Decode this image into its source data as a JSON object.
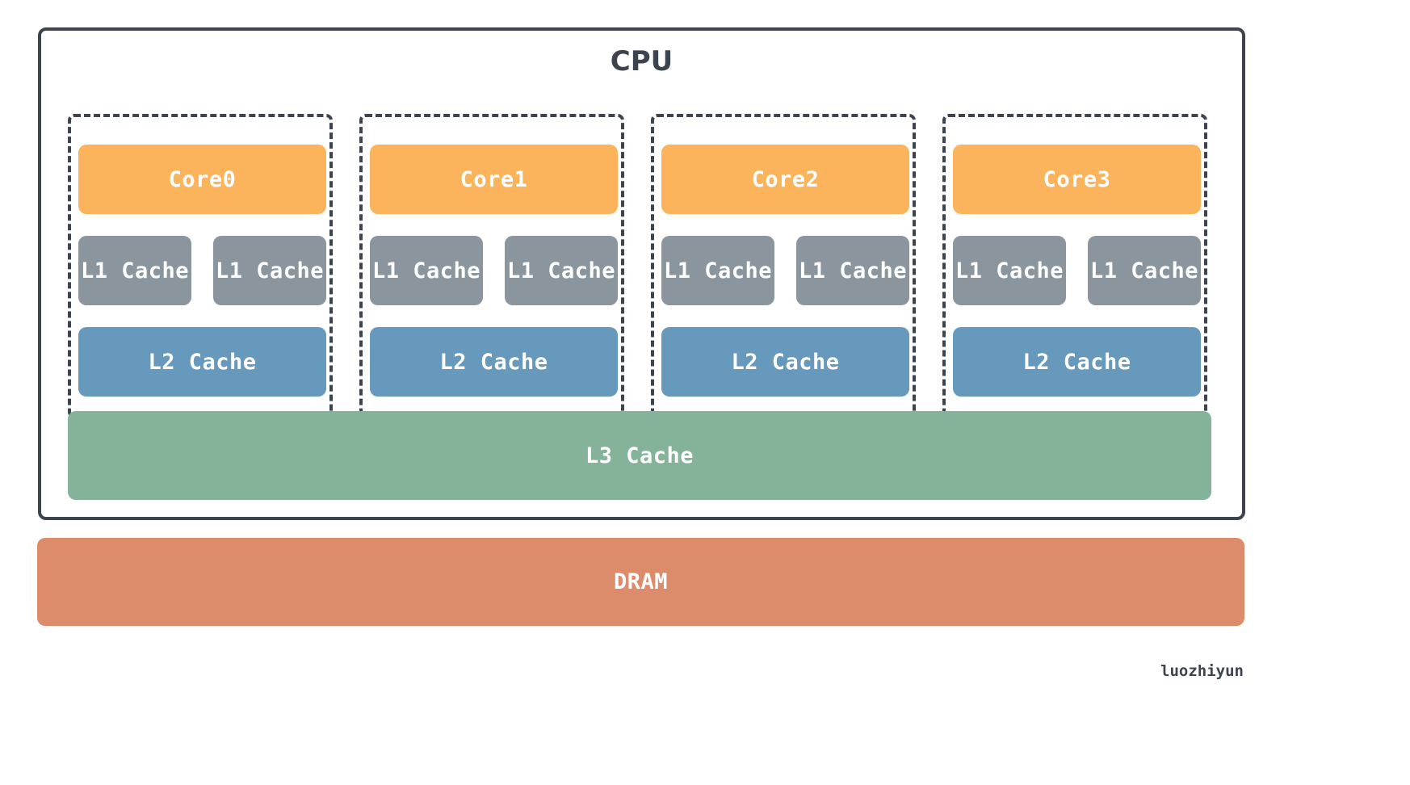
{
  "cpu": {
    "title": "CPU"
  },
  "cores": [
    {
      "core_label": "Core0",
      "l1_labels": [
        "L1 Cache",
        "L1 Cache"
      ],
      "l2_label": "L2 Cache"
    },
    {
      "core_label": "Core1",
      "l1_labels": [
        "L1 Cache",
        "L1 Cache"
      ],
      "l2_label": "L2 Cache"
    },
    {
      "core_label": "Core2",
      "l1_labels": [
        "L1 Cache",
        "L1 Cache"
      ],
      "l2_label": "L2 Cache"
    },
    {
      "core_label": "Core3",
      "l1_labels": [
        "L1 Cache",
        "L1 Cache"
      ],
      "l2_label": "L2 Cache"
    }
  ],
  "l3": {
    "label": "L3 Cache"
  },
  "dram": {
    "label": "DRAM"
  },
  "watermark": "luozhiyun",
  "colors": {
    "border": "#3c4450",
    "core": "#fbb45c",
    "l1": "#8a959e",
    "l2": "#6699bb",
    "l3": "#84b39a",
    "dram": "#dc8b6b"
  }
}
